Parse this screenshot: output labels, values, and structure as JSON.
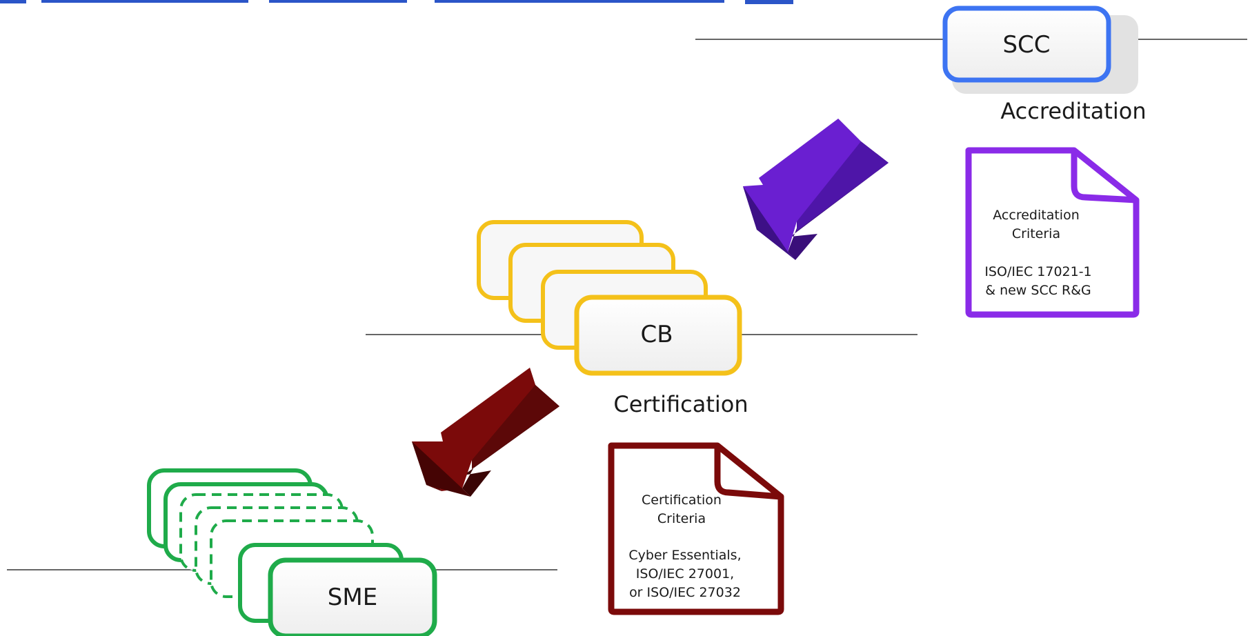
{
  "colors": {
    "title": "#2b55c8",
    "scc_border": "#3d74f2",
    "cb_border": "#f4c11a",
    "sme_border": "#1fab4a",
    "accreditation_doc": "#8a2be8",
    "certification_doc": "#7b0a0a",
    "arrow_purple": "#6a1fd1",
    "arrow_maroon": "#7b0a0a",
    "line": "#333333"
  },
  "nodes": {
    "scc": {
      "label": "SCC",
      "caption": "Accreditation"
    },
    "cb": {
      "label": "CB",
      "caption": "Certification"
    },
    "sme": {
      "label": "SME"
    }
  },
  "documents": {
    "accreditation": {
      "title_line1": "Accreditation",
      "title_line2": "Criteria",
      "body_line1": "ISO/IEC 17021-1",
      "body_line2": "& new SCC R&G"
    },
    "certification": {
      "title_line1": "Certification",
      "title_line2": "Criteria",
      "body_line1": "Cyber Essentials,",
      "body_line2": "ISO/IEC 27001,",
      "body_line3": "or ISO/IEC 27032"
    }
  },
  "arrows": [
    {
      "from": "scc",
      "to": "cb",
      "color_key": "arrow_purple"
    },
    {
      "from": "cb",
      "to": "sme",
      "color_key": "arrow_maroon"
    }
  ]
}
